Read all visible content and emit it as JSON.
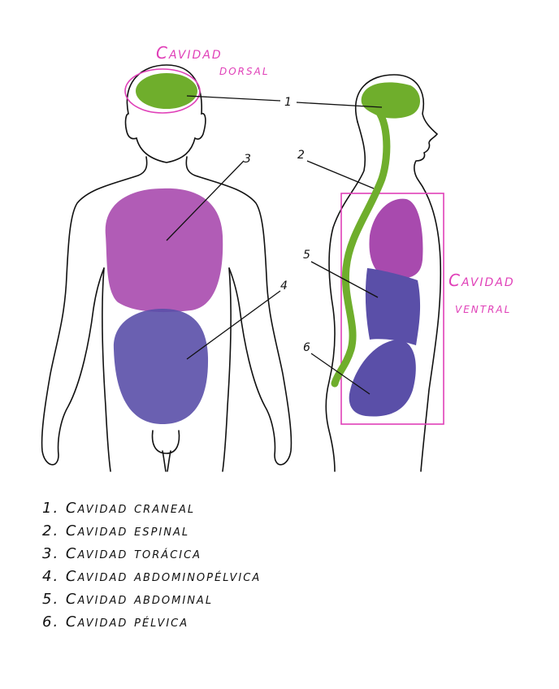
{
  "labels": {
    "dorsal_line1": "Cavidad",
    "dorsal_line2": "dorsal",
    "ventral_line1": "Cavidad",
    "ventral_line2": "ventral"
  },
  "callouts": [
    "1",
    "2",
    "3",
    "4",
    "5",
    "6"
  ],
  "legend": [
    {
      "num": "1.",
      "text": "Cavidad craneal"
    },
    {
      "num": "2.",
      "text": "Cavidad espinal"
    },
    {
      "num": "3.",
      "text": "Cavidad torácica"
    },
    {
      "num": "4.",
      "text": "Cavidad abdominopélvica"
    },
    {
      "num": "5.",
      "text": "Cavidad abdominal"
    },
    {
      "num": "6.",
      "text": "Cavidad pélvica"
    }
  ],
  "colors": {
    "cranial_spinal": "#6fae2c",
    "thoracic": "#a84aae",
    "abdominal": "#5a4fa8",
    "label_magenta": "#e040b8",
    "outline": "#111111"
  }
}
